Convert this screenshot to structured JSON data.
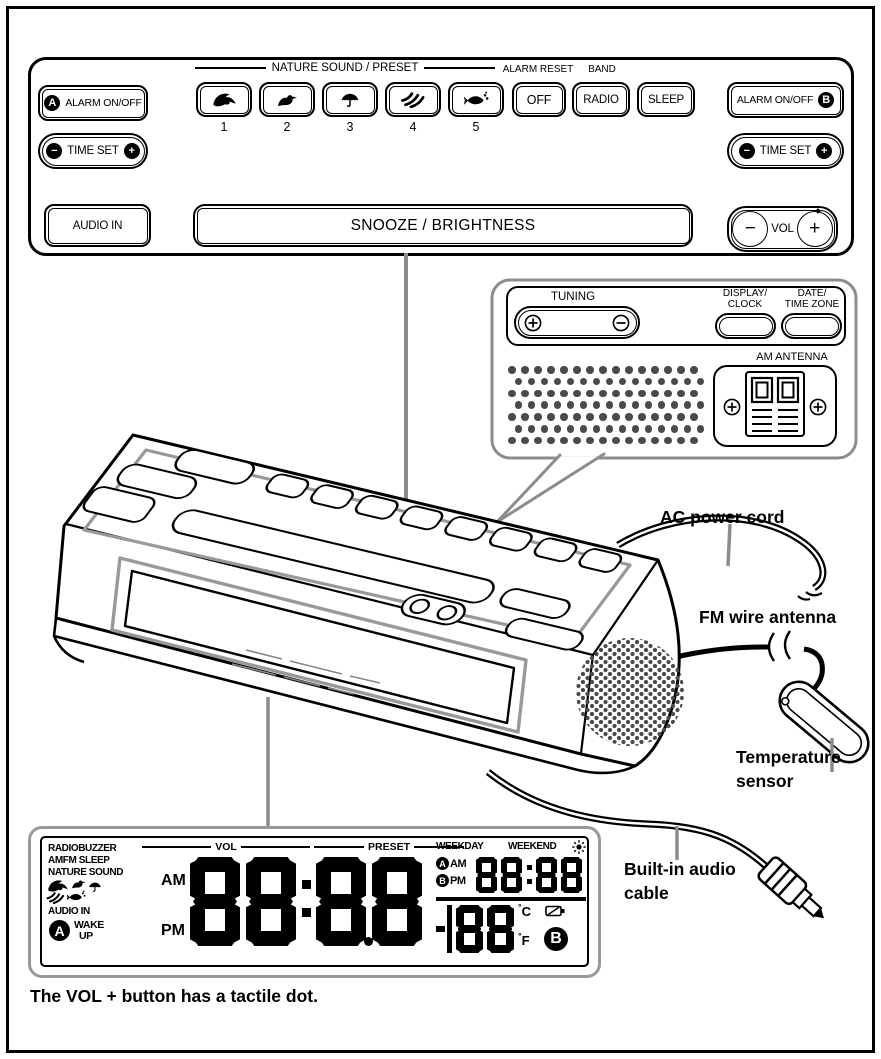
{
  "top_panel": {
    "alarm_a": {
      "badge": "A",
      "label": "ALARM ON/OFF"
    },
    "alarm_b": {
      "label": "ALARM ON/OFF",
      "badge": "B"
    },
    "nature_header": "NATURE SOUND / PRESET",
    "presets": [
      {
        "number": "1",
        "icon": "wave-icon",
        "icon_href": "#i-wave"
      },
      {
        "number": "2",
        "icon": "bird-icon",
        "icon_href": "#i-bird"
      },
      {
        "number": "3",
        "icon": "umbrella-icon",
        "icon_href": "#i-umb"
      },
      {
        "number": "4",
        "icon": "wind-icon",
        "icon_href": "#i-wind"
      },
      {
        "number": "5",
        "icon": "fish-icon",
        "icon_href": "#i-fish"
      }
    ],
    "alarm_reset_label": "ALARM RESET",
    "off_label": "OFF",
    "band_label": "BAND",
    "radio_label": "RADIO",
    "sleep_label": "SLEEP",
    "time_set": {
      "minus": "−",
      "label": "TIME SET",
      "plus": "+"
    },
    "audio_in_label": "AUDIO IN",
    "snooze_label": "SNOOZE / BRIGHTNESS",
    "vol": {
      "minus": "−",
      "label": "VOL",
      "plus": "+"
    }
  },
  "rear_panel": {
    "tuning_label": "TUNING",
    "display_clock_line1": "DISPLAY/",
    "display_clock_line2": "CLOCK",
    "date_zone_line1": "DATE/",
    "date_zone_line2": "TIME ZONE",
    "am_antenna_label": "AM ANTENNA"
  },
  "device_labels": {
    "ac_power_cord": "AC power cord",
    "fm_wire_antenna": "FM wire antenna",
    "temperature_sensor": "Temperature\nsensor",
    "built_in_audio_cable": "Built-in audio\ncable"
  },
  "lcd": {
    "indicators": [
      "RADIOBUZZER",
      "AMFM SLEEP",
      "NATURE SOUND"
    ],
    "icons": [
      "wave-icon",
      "bird-icon",
      "umbrella-icon",
      "wind-icon",
      "fish-icon"
    ],
    "audio_in": "AUDIO IN",
    "badge_a": "A",
    "badge_b": "B",
    "wake_line1": "WAKE",
    "wake_line2": "UP",
    "am": "AM",
    "pm": "PM",
    "vol_header": "VOL",
    "preset_header": "PRESET",
    "weekday": "WEEKDAY",
    "weekend": "WEEKEND",
    "brightness_icon": "sun-icon",
    "sub_am": "AM",
    "sub_pm": "PM",
    "main_digits": "8888",
    "sub_digits": "8888",
    "temp_digits": "±88",
    "temp_extra_digit": "1",
    "deg": "°",
    "c": "C",
    "f": "F",
    "battery_icon": "battery-icon"
  },
  "note": "The VOL + button has a tactile dot.",
  "colors": {
    "line": "#000000",
    "callout": "#8c8c8c",
    "speaker_dots": "#4a4a4a"
  }
}
